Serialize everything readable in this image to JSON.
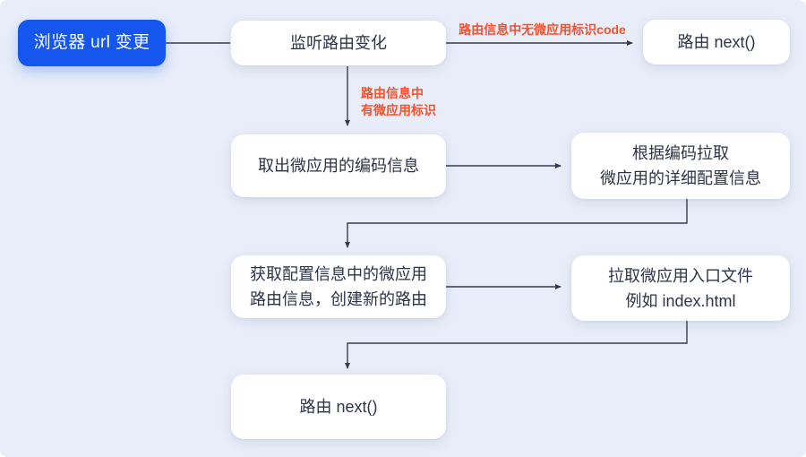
{
  "flowchart": {
    "nodes": {
      "browser_url": {
        "lines": [
          "浏览器 url 变更"
        ]
      },
      "listen_route": {
        "lines": [
          "监听路由变化"
        ]
      },
      "route_next_top": {
        "lines": [
          "路由 next()"
        ]
      },
      "extract_code": {
        "lines": [
          "取出微应用的编码信息"
        ]
      },
      "fetch_config": {
        "lines": [
          "根据编码拉取",
          "微应用的详细配置信息"
        ]
      },
      "create_route": {
        "lines": [
          "获取配置信息中的微应用",
          "路由信息，创建新的路由"
        ]
      },
      "fetch_entry": {
        "lines": [
          "拉取微应用入口文件",
          "例如 index.html"
        ]
      },
      "route_next_bottom": {
        "lines": [
          "路由 next()"
        ]
      }
    },
    "edge_labels": {
      "no_micro_app": "路由信息中无微应用标识code",
      "has_micro_app": [
        "路由信息中",
        "有微应用标识"
      ]
    },
    "colors": {
      "background": "#E9EDF9",
      "node_fill": "#FFFFFF",
      "node_text": "#2E3447",
      "start_fill": "#1557EE",
      "start_text": "#FFFFFF",
      "edge_label": "#F4512D",
      "line": "#363C4F"
    }
  }
}
